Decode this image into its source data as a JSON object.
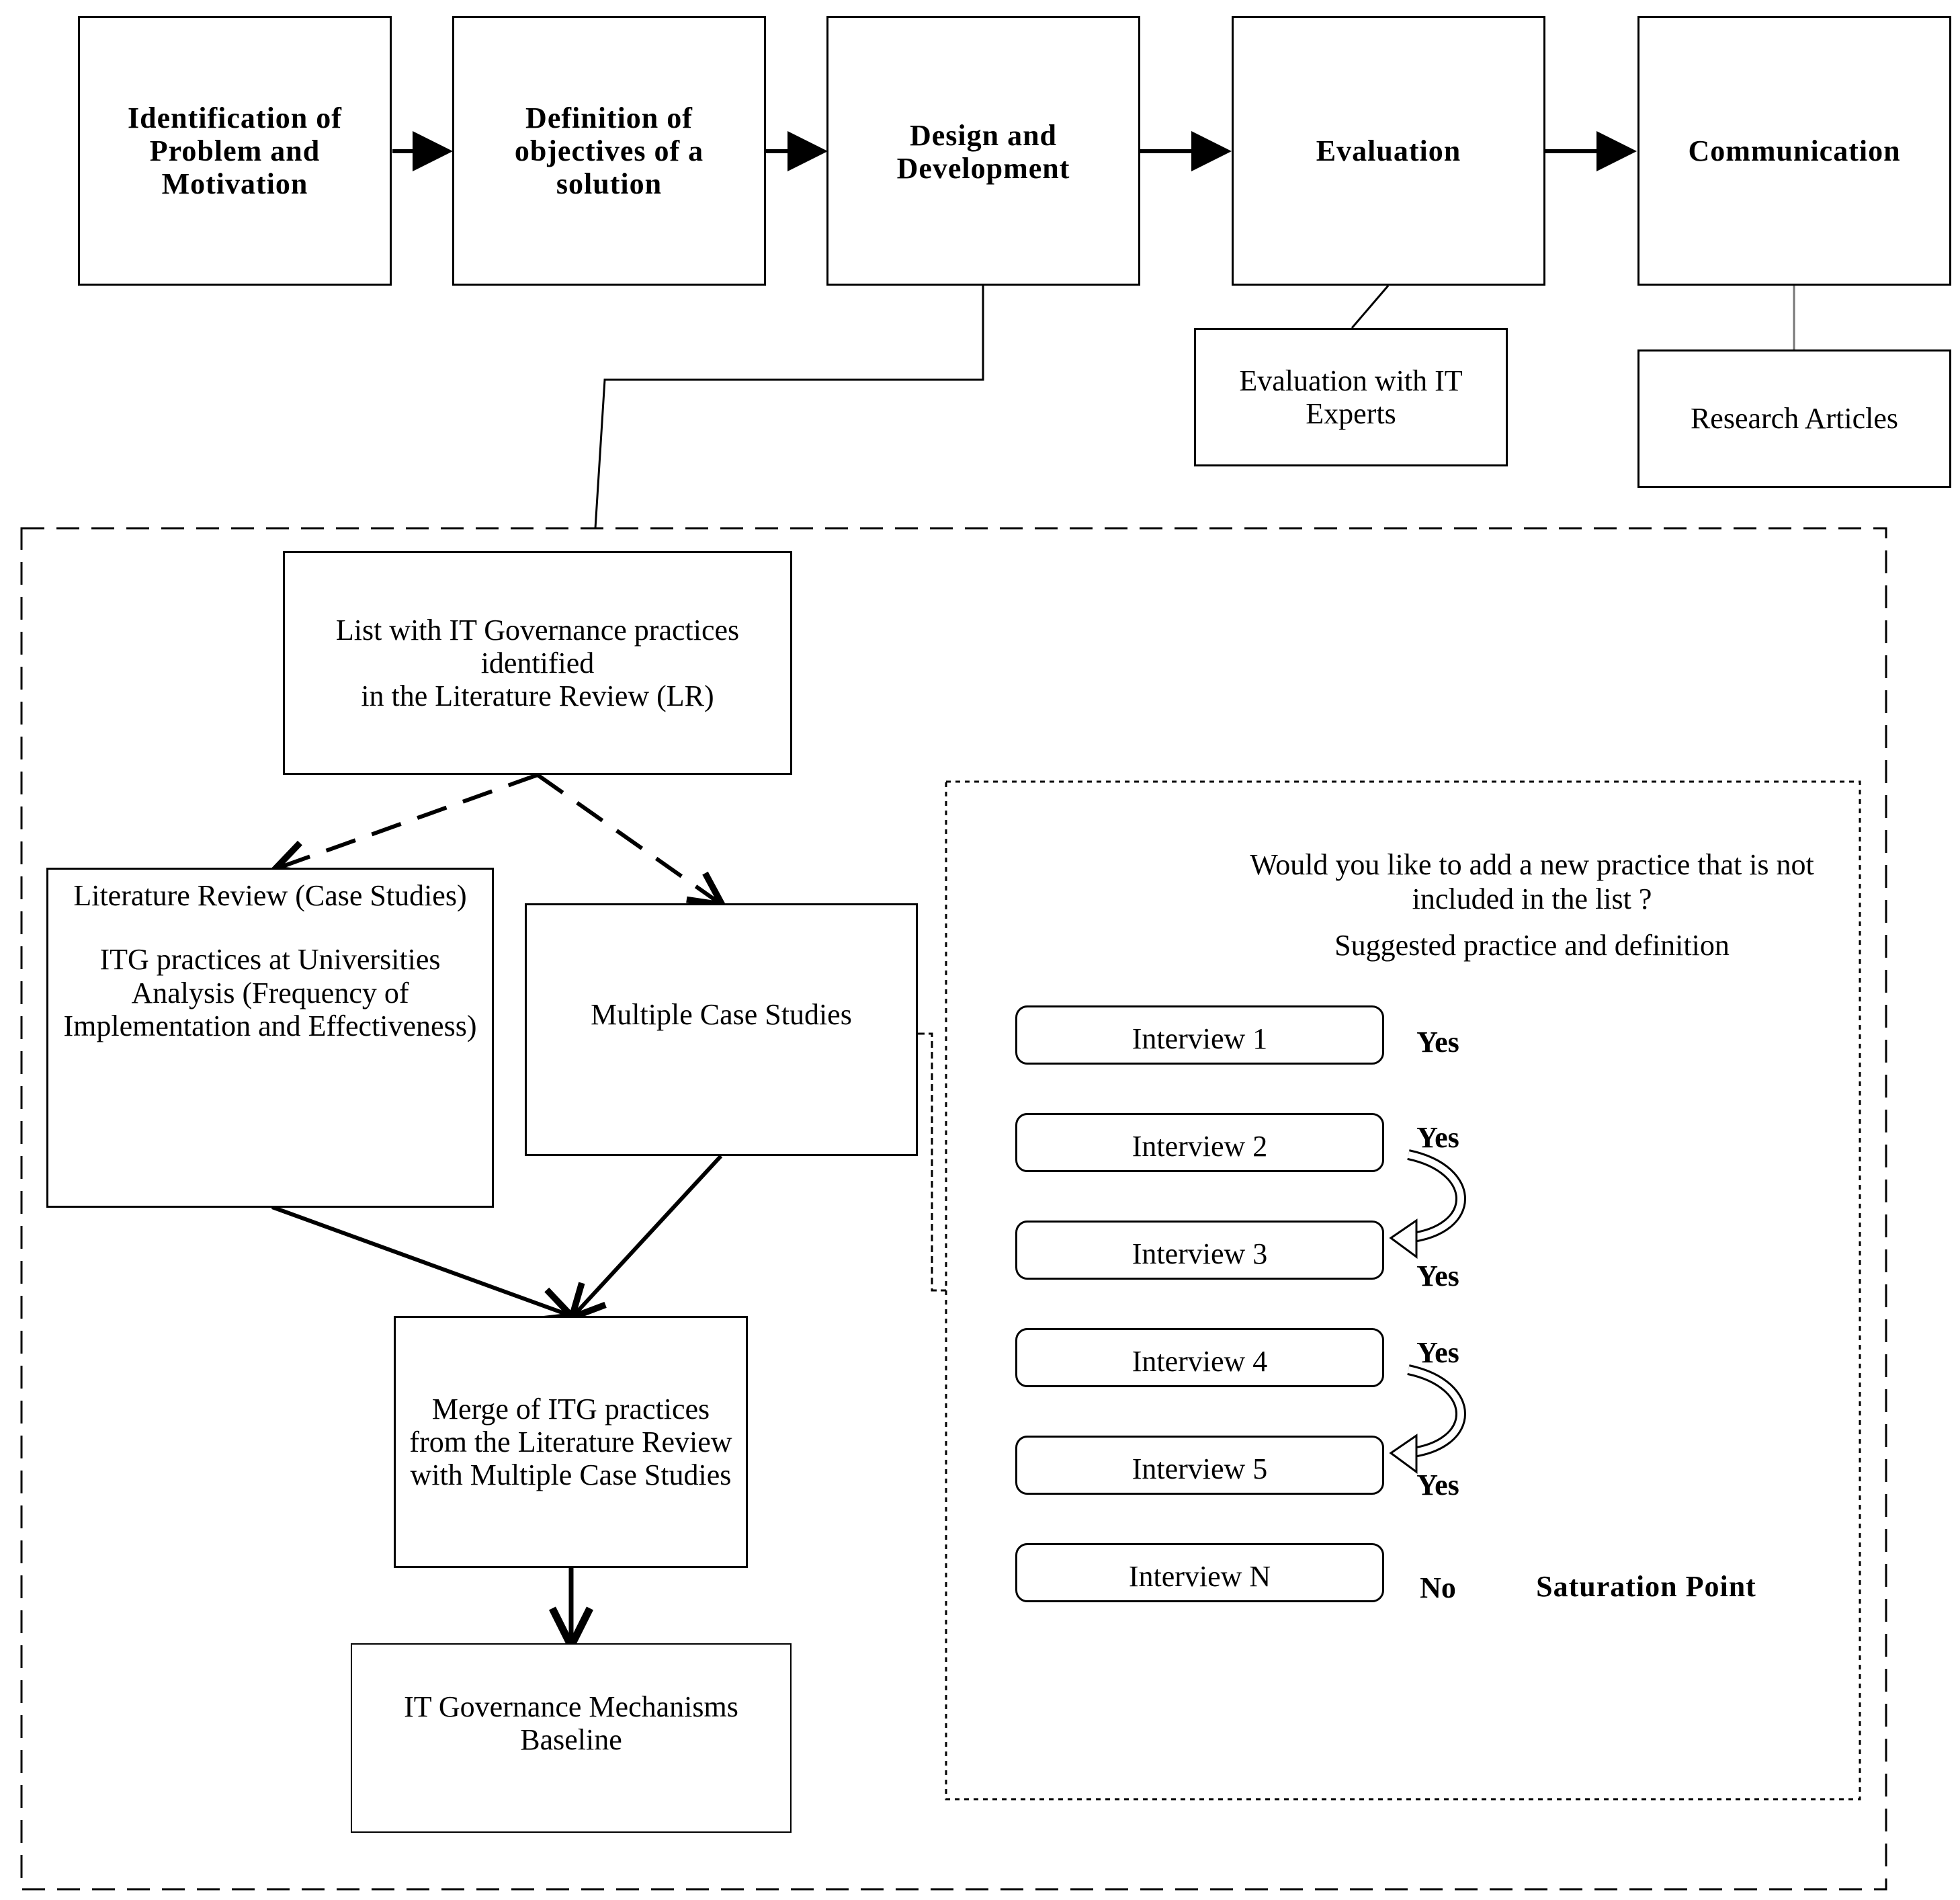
{
  "steps": {
    "identification": "Identification of Problem and Motivation",
    "definition": "Definition of objectives of a solution",
    "design": "Design and Development",
    "evaluation": "Evaluation",
    "communication": "Communication"
  },
  "sub": {
    "evaluation_experts": "Evaluation with IT Experts",
    "research_articles": "Research Articles"
  },
  "process": {
    "list_box": {
      "line1": "List with IT Governance practices",
      "line2": "identified",
      "line3": "in the Literature Review (LR)"
    },
    "lit_review": {
      "title": "Literature Review (Case Studies)",
      "body": "ITG practices at Universities Analysis (Frequency of Implementation and Effectiveness)"
    },
    "multiple_case": "Multiple Case Studies",
    "merge": "Merge of ITG practices from the Literature Review with Multiple Case Studies",
    "baseline": "IT Governance Mechanisms Baseline"
  },
  "interviews": {
    "question": "Would you like to add a new practice that is not included in the list ?",
    "suggested": "Suggested practice and definition",
    "items": [
      "Interview 1",
      "Interview 2",
      "Interview 3",
      "Interview 4",
      "Interview 5",
      "Interview N"
    ],
    "answers": {
      "i1": "Yes",
      "i2": "Yes",
      "i3": "Yes",
      "i4": "Yes",
      "i5": "Yes",
      "iN": "No"
    },
    "saturation": "Saturation Point"
  }
}
